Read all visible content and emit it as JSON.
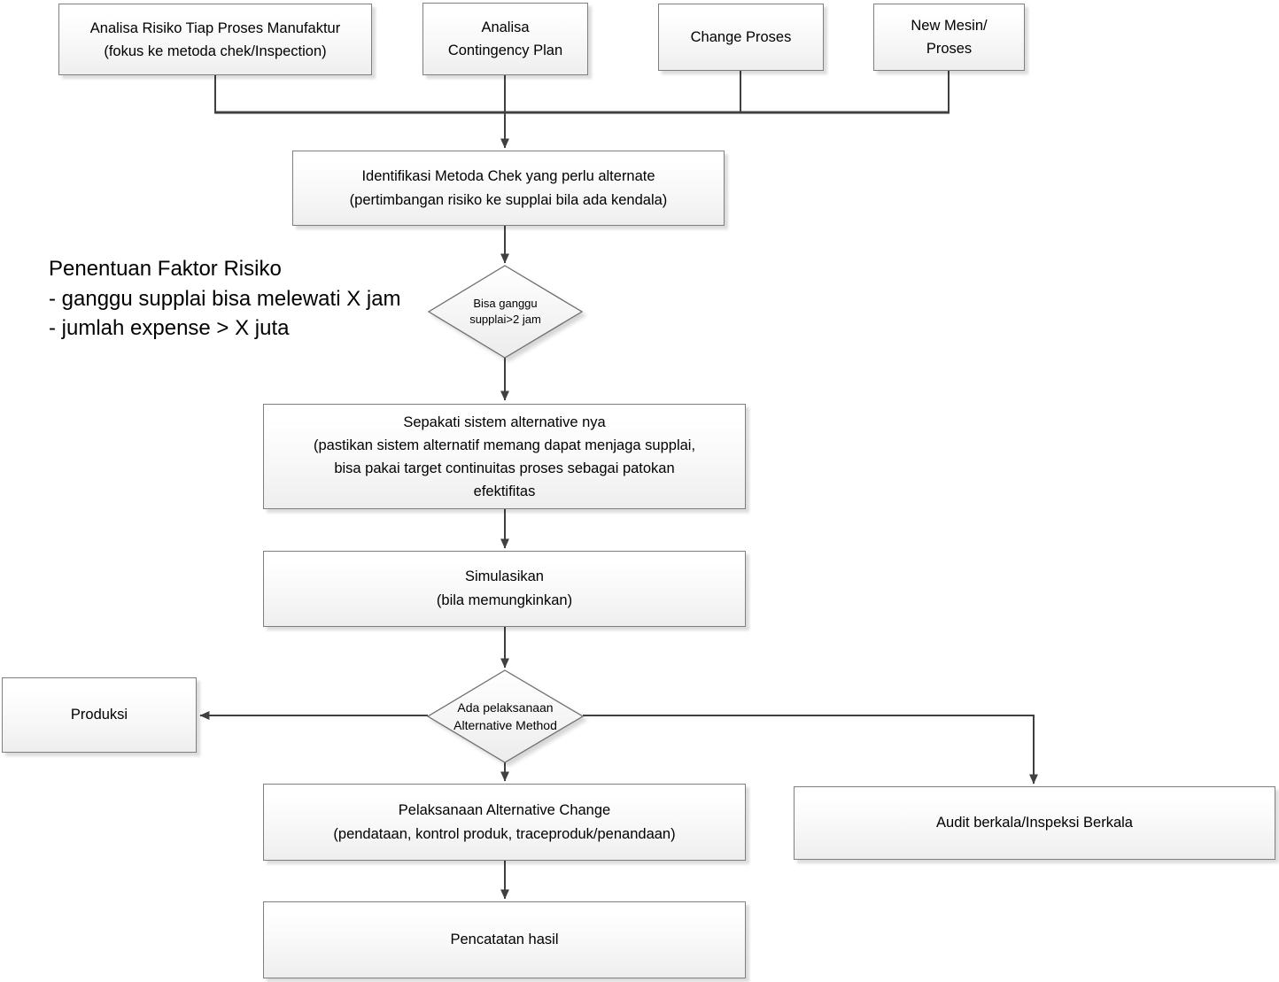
{
  "diagram": {
    "colors": {
      "node_border": "#7f7f7f",
      "node_fill_top": "#ffffff",
      "node_fill_bottom": "#eeeeee",
      "connector": "#404040",
      "text": "#000000"
    },
    "nodes": {
      "analisa_risiko": {
        "lines": [
          "Analisa Risiko Tiap Proses Manufaktur",
          "(fokus ke metoda chek/Inspection)"
        ]
      },
      "analisa_contingency": {
        "lines": [
          "Analisa",
          "Contingency Plan"
        ]
      },
      "change_proses": {
        "lines": [
          "Change Proses"
        ]
      },
      "new_mesin": {
        "lines": [
          "New Mesin/",
          "Proses"
        ]
      },
      "identifikasi": {
        "lines": [
          "Identifikasi Metoda Chek yang perlu alternate",
          "(pertimbangan risiko ke supplai bila ada kendala)"
        ]
      },
      "decision_ganggu": {
        "lines": [
          "Bisa ganggu",
          "supplai>2 jam"
        ]
      },
      "sepakati": {
        "lines": [
          "Sepakati sistem alternative nya",
          "(pastikan sistem alternatif memang dapat menjaga supplai,",
          "bisa pakai target continuitas proses sebagai patokan",
          "efektifitas"
        ]
      },
      "simulasikan": {
        "lines": [
          "Simulasikan",
          "(bila memungkinkan)"
        ]
      },
      "decision_pelaksanaan": {
        "lines": [
          "Ada pelaksanaan",
          "Alternative Method"
        ]
      },
      "produksi": {
        "lines": [
          "Produksi"
        ]
      },
      "pelaksanaan_alt": {
        "lines": [
          "Pelaksanaan Alternative Change",
          "(pendataan, kontrol produk, traceproduk/penandaan)"
        ]
      },
      "audit": {
        "lines": [
          "Audit berkala/Inspeksi Berkala"
        ]
      },
      "pencatatan": {
        "lines": [
          "Pencatatan hasil"
        ]
      }
    },
    "annotation": {
      "lines": [
        "Penentuan Faktor Risiko",
        "- ganggu supplai bisa melewati X jam",
        "- jumlah expense > X juta"
      ]
    }
  }
}
